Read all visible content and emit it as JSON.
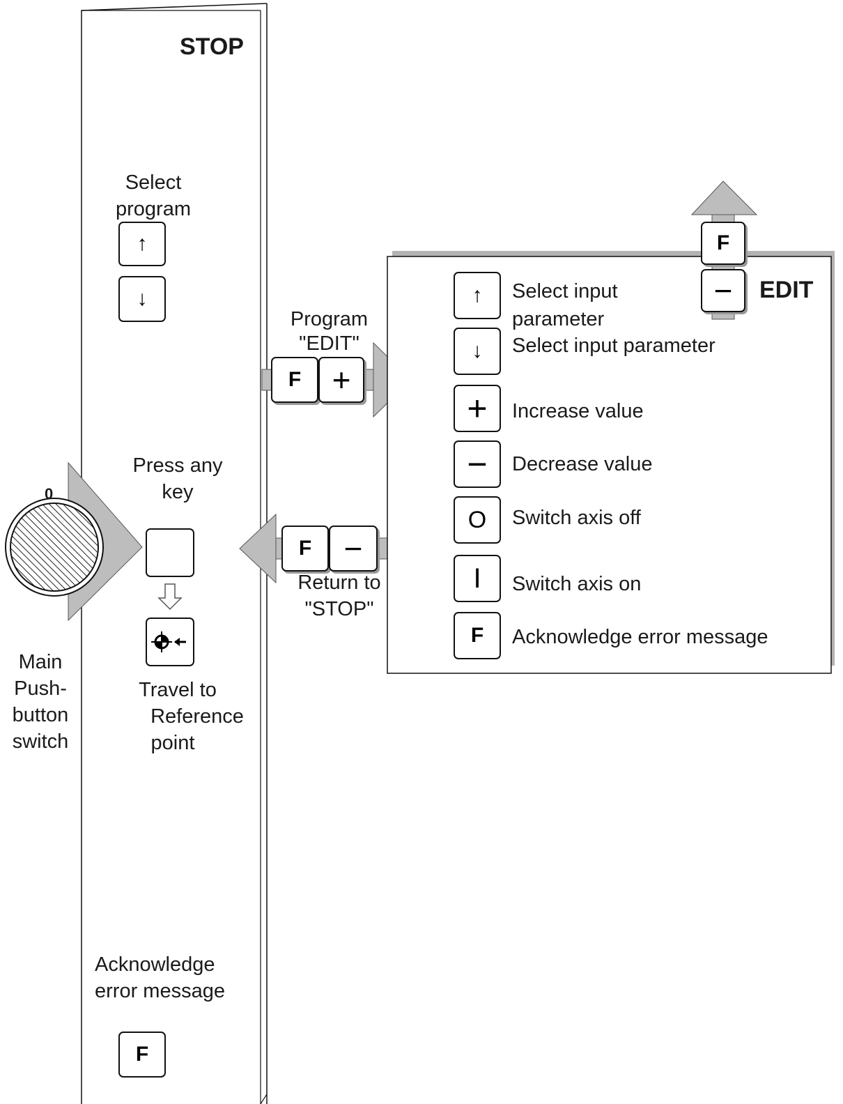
{
  "stop_panel": {
    "title": "STOP",
    "select_program": {
      "line1": "Select",
      "line2": "program"
    },
    "keys": {
      "up": "↑",
      "down": "↓",
      "f_key": "F"
    },
    "press_any_key": {
      "line1": "Press any",
      "line2": "key"
    },
    "travel_reference": {
      "line1": "Travel to",
      "line2": "Reference",
      "line3": "point"
    },
    "acknowledge": {
      "line1": "Acknowledge",
      "line2": "error message"
    }
  },
  "main_switch": {
    "zero_label": "0",
    "label_lines": [
      "Main",
      "Push-",
      "button",
      "switch"
    ]
  },
  "transition_edit": {
    "label_line1": "Program",
    "label_line2": "\"EDIT\"",
    "key_f": "F",
    "key_plus": "+"
  },
  "transition_stop": {
    "label_line1": "Return to",
    "label_line2": "\"STOP\"",
    "key_f": "F",
    "key_minus": "−"
  },
  "edit_panel": {
    "title": "EDIT",
    "exit_key_f": "F",
    "rows": [
      {
        "key": "↑",
        "label_line1": "Select input",
        "label_line2": "parameter"
      },
      {
        "key": "↓",
        "label_line1": "Select input parameter"
      },
      {
        "key": "+",
        "label_line1": "Increase value"
      },
      {
        "key": "−",
        "label_line1": "Decrease value"
      },
      {
        "key": "O",
        "label_line1": "Switch axis off"
      },
      {
        "key": "I",
        "label_line1": "Switch axis on"
      },
      {
        "key": "F",
        "label_line1": "Acknowledge error message"
      }
    ]
  },
  "colors": {
    "arrow_fill": "#bdbdbd",
    "shadow": "#9a9a9a",
    "line": "#111111"
  }
}
